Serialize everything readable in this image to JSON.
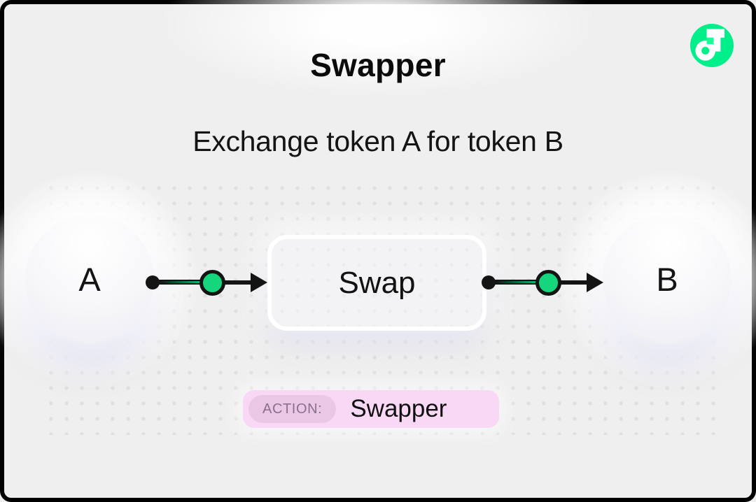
{
  "header": {
    "title": "Swapper",
    "subtitle": "Exchange token A for token B"
  },
  "logo": {
    "icon": "flow-logo",
    "circle_color": "#00EF8B",
    "glyph_color": "#FFFFFF",
    "notch_color": "#16FF99"
  },
  "diagram": {
    "nodes": [
      {
        "id": "token-a",
        "label": "A",
        "shape": "circle"
      },
      {
        "id": "swap",
        "label": "Swap",
        "shape": "rounded-box"
      },
      {
        "id": "token-b",
        "label": "B",
        "shape": "circle"
      }
    ],
    "edges": [
      {
        "from": "token-a",
        "to": "swap"
      },
      {
        "from": "swap",
        "to": "token-b"
      }
    ],
    "edge_color": "#141414",
    "port_color": "#15D67D"
  },
  "action_badge": {
    "prefix": "ACTION:",
    "label": "Swapper",
    "bg_color": "#F9D8F6",
    "pill_color": "#EAC7E5",
    "prefix_color": "#8B6F8E"
  },
  "colors": {
    "canvas_bg": "#EFEFEF",
    "frame": "#000000",
    "dot_pattern": "#E0E0E0"
  }
}
